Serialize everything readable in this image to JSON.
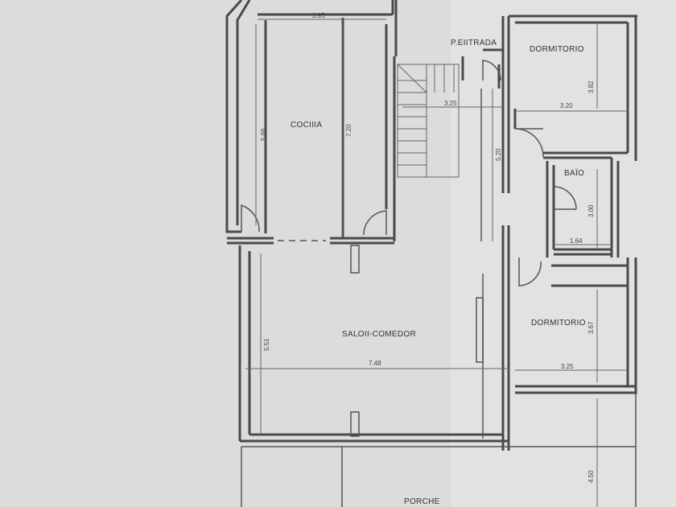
{
  "rooms": {
    "cocina": "COCIIIA",
    "entrada": "P.EIITRADA",
    "dormitorio_1": "DORMITORIO",
    "bano": "BAÏO",
    "salon": "SALOII-COMEDOR",
    "dormitorio_2": "DORMITORIO",
    "porche": "PORCHE"
  },
  "dimensions": {
    "cocina_width": "3.95",
    "cocina_height": "5.66",
    "cocina_inner": "7.20",
    "hall_width": "3.25",
    "hall_height": "5.20",
    "dorm1_width": "3.20",
    "dorm1_height": "3.82",
    "bano_height": "3.00",
    "bano_width": "1.64",
    "salon_width": "7.48",
    "salon_height": "5.51",
    "dorm2_width": "3.25",
    "dorm2_height": "3.67",
    "porche_height": "4.50"
  },
  "colors": {
    "paper": "#dcdcdc",
    "wall": "#4a4a4a"
  }
}
